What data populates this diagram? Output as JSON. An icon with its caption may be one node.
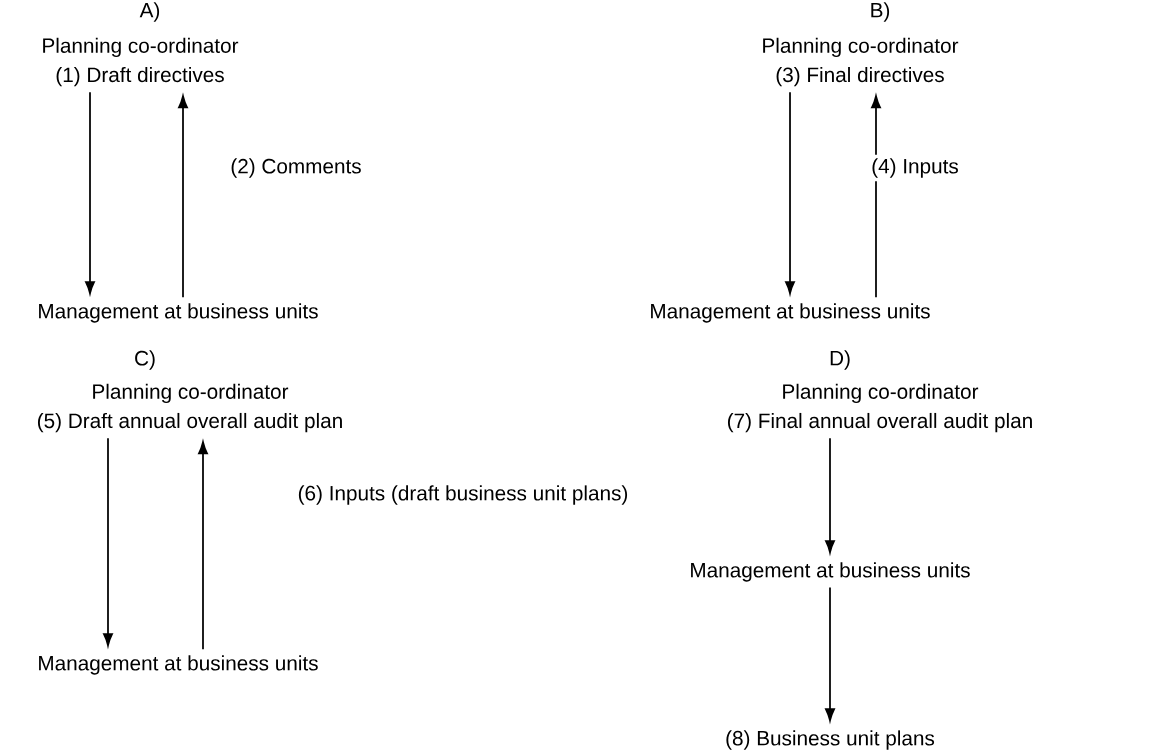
{
  "diagram": {
    "nodes": [
      {
        "text": [
          "Planning co-ordinator",
          "(1) Draft directives"
        ]
      },
      {
        "text": [
          "Management at business units"
        ]
      },
      {
        "text": [
          "Planning co-ordinator",
          "(3) Final directives"
        ]
      },
      {
        "text": [
          "Management at business units"
        ]
      },
      {
        "text": [
          "Planning co-ordinator",
          "(5) Draft annual overall audit plan"
        ]
      },
      {
        "text": [
          "Management at business units"
        ]
      },
      {
        "text": [
          "Planning co-ordinator",
          "(7) Final annual overall audit plan"
        ]
      },
      {
        "text": [
          "Management at business units"
        ]
      },
      {
        "text": [
          "(8)  Business unit plans"
        ]
      }
    ],
    "edges": [
      {
        "from": 0,
        "to": 1,
        "arrow": "to"
      },
      {
        "from": 1,
        "to": 0,
        "arrow": "to",
        "label": "(2) Comments"
      },
      {
        "from": 2,
        "to": 3,
        "arrow": "to"
      },
      {
        "from": 3,
        "to": 2,
        "arrow": "to",
        "label": "(4) Inputs"
      },
      {
        "from": 4,
        "to": 5,
        "arrow": "to"
      },
      {
        "from": 5,
        "to": 4,
        "arrow": "to",
        "label": "(6) Inputs  (draft business unit plans)"
      },
      {
        "from": 6,
        "to": 7,
        "arrow": "to"
      },
      {
        "from": 7,
        "to": 8,
        "arrow": "to"
      }
    ],
    "labels": [
      "A)",
      "B)",
      "C)",
      "D)"
    ]
  }
}
